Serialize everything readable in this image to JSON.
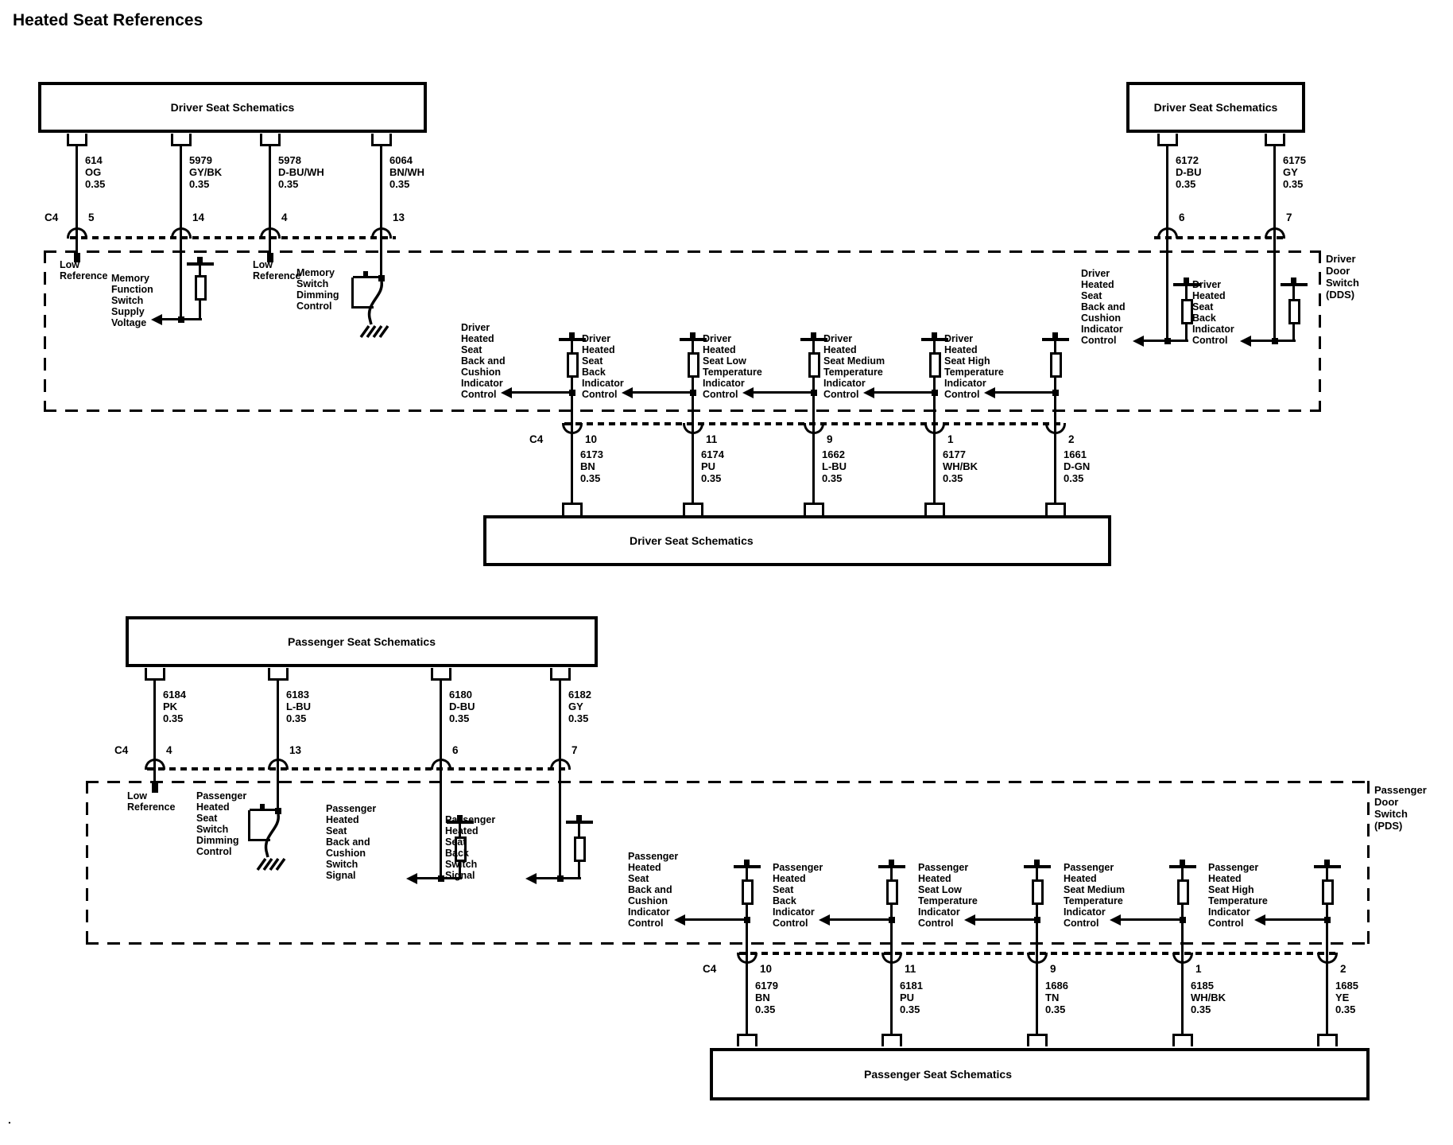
{
  "title": "Heated Seat References",
  "colors": {
    "ink": "#000000",
    "paper": "#ffffff"
  },
  "connector": {
    "name": "C4"
  },
  "driver": {
    "top_left_box": "Driver Seat Schematics",
    "top_right_box": "Driver Seat Schematics",
    "bottom_box": "Driver Seat Schematics",
    "door_switch_label": [
      "Driver",
      "Door",
      "Switch",
      "(DDS)"
    ],
    "top_wires": [
      {
        "circuit": "614",
        "color": "OG",
        "gauge": "0.35",
        "pin": "5",
        "function": [
          "Low",
          "Reference"
        ]
      },
      {
        "circuit": "5979",
        "color": "GY/BK",
        "gauge": "0.35",
        "pin": "14",
        "function": [
          "Memory",
          "Function",
          "Switch",
          "Supply",
          "Voltage"
        ]
      },
      {
        "circuit": "5978",
        "color": "D-BU/WH",
        "gauge": "0.35",
        "pin": "4",
        "function": [
          "Low",
          "Reference"
        ]
      },
      {
        "circuit": "6064",
        "color": "BN/WH",
        "gauge": "0.35",
        "pin": "13",
        "function": [
          "Memory",
          "Switch",
          "Dimming",
          "Control"
        ]
      }
    ],
    "right_wires": [
      {
        "circuit": "6172",
        "color": "D-BU",
        "gauge": "0.35",
        "pin": "6",
        "function": [
          "Driver",
          "Heated",
          "Seat",
          "Back and",
          "Cushion",
          "Indicator",
          "Control"
        ]
      },
      {
        "circuit": "6175",
        "color": "GY",
        "gauge": "0.35",
        "pin": "7",
        "function": [
          "Driver",
          "Heated",
          "Seat",
          "Back",
          "Indicator",
          "Control"
        ]
      }
    ],
    "bottom_wires": [
      {
        "circuit": "6173",
        "color": "BN",
        "gauge": "0.35",
        "pin": "10",
        "function": [
          "Driver",
          "Heated",
          "Seat",
          "Back and",
          "Cushion",
          "Indicator",
          "Control"
        ]
      },
      {
        "circuit": "6174",
        "color": "PU",
        "gauge": "0.35",
        "pin": "11",
        "function": [
          "Driver",
          "Heated",
          "Seat",
          "Back",
          "Indicator",
          "Control"
        ]
      },
      {
        "circuit": "1662",
        "color": "L-BU",
        "gauge": "0.35",
        "pin": "9",
        "function": [
          "Driver",
          "Heated",
          "Seat Low",
          "Temperature",
          "Indicator",
          "Control"
        ]
      },
      {
        "circuit": "6177",
        "color": "WH/BK",
        "gauge": "0.35",
        "pin": "1",
        "function": [
          "Driver",
          "Heated",
          "Seat Medium",
          "Temperature",
          "Indicator",
          "Control"
        ]
      },
      {
        "circuit": "1661",
        "color": "D-GN",
        "gauge": "0.35",
        "pin": "2",
        "function": [
          "Driver",
          "Heated",
          "Seat High",
          "Temperature",
          "Indicator",
          "Control"
        ]
      }
    ]
  },
  "passenger": {
    "top_box": "Passenger Seat Schematics",
    "bottom_box": "Passenger Seat Schematics",
    "door_switch_label": [
      "Passenger",
      "Door",
      "Switch",
      "(PDS)"
    ],
    "top_wires": [
      {
        "circuit": "6184",
        "color": "PK",
        "gauge": "0.35",
        "pin": "4",
        "function": [
          "Low",
          "Reference"
        ]
      },
      {
        "circuit": "6183",
        "color": "L-BU",
        "gauge": "0.35",
        "pin": "13",
        "function": [
          "Passenger",
          "Heated",
          "Seat",
          "Switch",
          "Dimming",
          "Control"
        ]
      },
      {
        "circuit": "6180",
        "color": "D-BU",
        "gauge": "0.35",
        "pin": "6",
        "function": [
          "Passenger",
          "Heated",
          "Seat",
          "Back and",
          "Cushion",
          "Switch",
          "Signal"
        ]
      },
      {
        "circuit": "6182",
        "color": "GY",
        "gauge": "0.35",
        "pin": "7",
        "function": [
          "Passenger",
          "Heated",
          "Seat",
          "Back",
          "Switch",
          "Signal"
        ]
      }
    ],
    "bottom_wires": [
      {
        "circuit": "6179",
        "color": "BN",
        "gauge": "0.35",
        "pin": "10",
        "function": [
          "Passenger",
          "Heated",
          "Seat",
          "Back and",
          "Cushion",
          "Indicator",
          "Control"
        ]
      },
      {
        "circuit": "6181",
        "color": "PU",
        "gauge": "0.35",
        "pin": "11",
        "function": [
          "Passenger",
          "Heated",
          "Seat",
          "Back",
          "Indicator",
          "Control"
        ]
      },
      {
        "circuit": "1686",
        "color": "TN",
        "gauge": "0.35",
        "pin": "9",
        "function": [
          "Passenger",
          "Heated",
          "Seat Low",
          "Temperature",
          "Indicator",
          "Control"
        ]
      },
      {
        "circuit": "6185",
        "color": "WH/BK",
        "gauge": "0.35",
        "pin": "1",
        "function": [
          "Passenger",
          "Heated",
          "Seat Medium",
          "Temperature",
          "Indicator",
          "Control"
        ]
      },
      {
        "circuit": "1685",
        "color": "YE",
        "gauge": "0.35",
        "pin": "2",
        "function": [
          "Passenger",
          "Heated",
          "Seat High",
          "Temperature",
          "Indicator",
          "Control"
        ]
      }
    ]
  },
  "footer_dot": "."
}
